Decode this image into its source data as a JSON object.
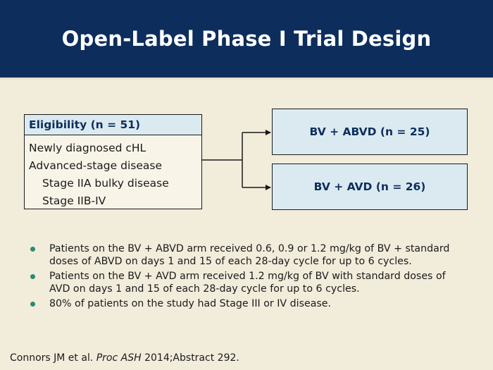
{
  "title": "Open-Label Phase I Trial Design",
  "eligibility": {
    "header": "Eligibility (n = 51)",
    "items": [
      "Newly diagnosed cHL",
      "Advanced-stage disease",
      "Stage IIA bulky disease",
      "Stage IIB-IV"
    ]
  },
  "arms": [
    "BV + ABVD (n = 25)",
    "BV + AVD (n = 26)"
  ],
  "bullets": [
    "Patients on the BV + ABVD arm received 0.6, 0.9 or 1.2 mg/kg of BV + standard doses of ABVD on days 1 and 15 of each 28-day cycle for up to 6 cycles.",
    "Patients on the BV + AVD arm received 1.2 mg/kg of BV with standard doses of AVD on days 1 and 15 of each 28-day cycle for up to 6 cycles.",
    "80% of patients on the study had Stage III or IV disease."
  ],
  "citation": {
    "authors": "Connors JM et al. ",
    "journal": "Proc ASH",
    "rest": " 2014;Abstract 292."
  },
  "colors": {
    "header_bg": "#0d2e5c",
    "background": "#f2ecdb",
    "box_fill": "#dbeaf1",
    "bullet": "#2a8a72"
  }
}
